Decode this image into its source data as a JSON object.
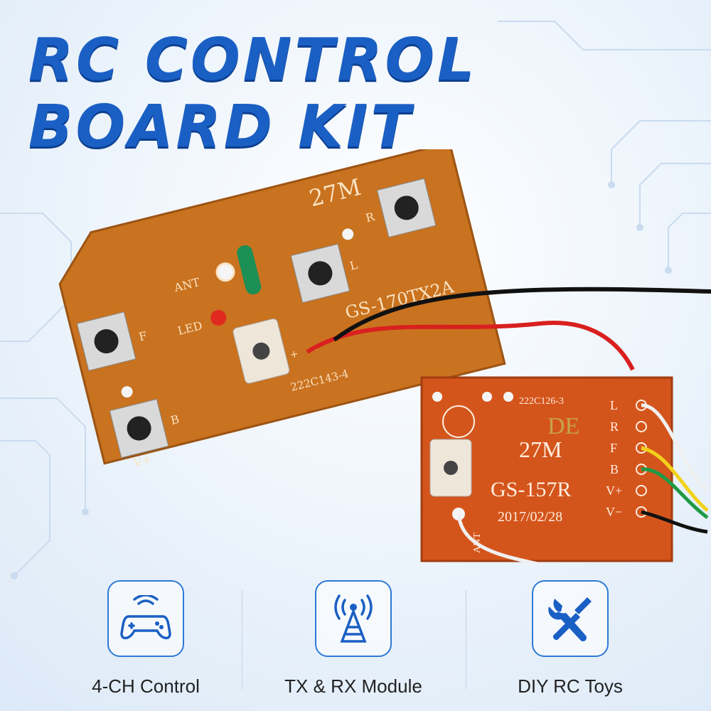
{
  "title": {
    "line1": "RC CONTROL",
    "line2": "BOARD KIT"
  },
  "tx_board": {
    "freq": "27M",
    "model": "GS-170TX2A",
    "code": "222C143-4",
    "labels": {
      "ant": "ANT",
      "led": "LED",
      "left": "L",
      "right": "R",
      "forward": "F",
      "back": "B",
      "vplus": "V+",
      "plus": "+",
      "minus": "—"
    }
  },
  "rx_board": {
    "code": "222C126-3",
    "mark": "DE",
    "freq": "27M",
    "model": "GS-157R",
    "date": "2017/02/28",
    "ant": "ANT",
    "pins": [
      "L",
      "R",
      "F",
      "B",
      "V+",
      "V−"
    ]
  },
  "features": [
    {
      "icon": "gamepad-wireless-icon",
      "label": "4-CH Control"
    },
    {
      "icon": "antenna-tower-icon",
      "label": "TX & RX Module"
    },
    {
      "icon": "wrench-screwdriver-icon",
      "label": "DIY RC Toys"
    }
  ],
  "colors": {
    "brand_blue": "#1a5fc4",
    "pcb": "#c9721f",
    "wire_red": "#d9201f",
    "wire_black": "#111111",
    "wire_yellow": "#f2d21a",
    "wire_green": "#1f9a46"
  }
}
